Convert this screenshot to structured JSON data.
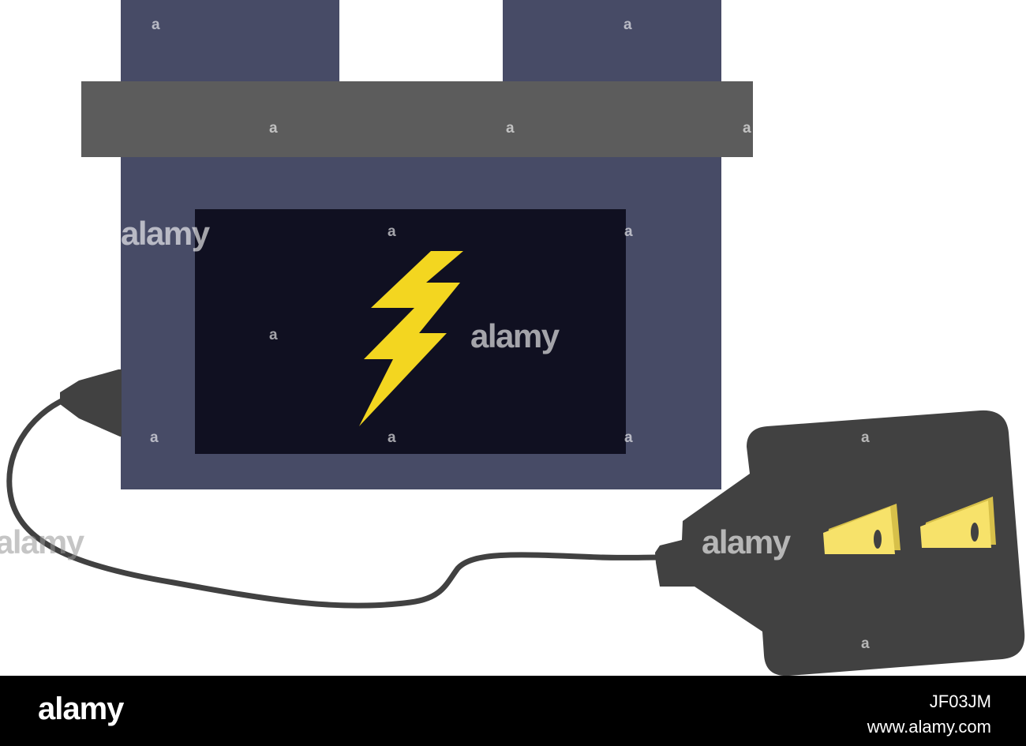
{
  "illustration": {
    "subject": "battery-charger-with-plug",
    "colors": {
      "battery_body": "#474b66",
      "battery_band": "#5c5c5c",
      "screen": "#101021",
      "bolt": "#f3d620",
      "cord": "#414141",
      "prong": "#f7e26a"
    }
  },
  "watermark": {
    "text": "alamy",
    "small_mark": "a"
  },
  "footer": {
    "logo": "alamy",
    "image_id": "JF03JM",
    "url": "www.alamy.com"
  }
}
